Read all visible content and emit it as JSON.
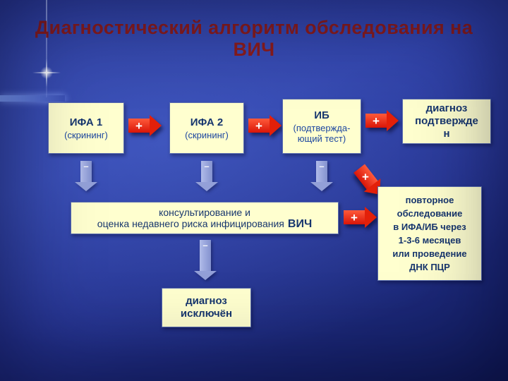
{
  "title": {
    "line1": "Диагностический алгоритм обследования на",
    "line2": "ВИЧ"
  },
  "labels": {
    "plus": "+",
    "minus": "–"
  },
  "boxes": {
    "ifa1": {
      "title": "ИФА 1",
      "subtitle": "(скрининг)"
    },
    "ifa2": {
      "title": "ИФА 2",
      "subtitle": "(скрининг)"
    },
    "ib": {
      "title": "ИБ",
      "subtitle1": "(подтвержда-",
      "subtitle2": "ющий тест)"
    },
    "confirmed": {
      "lines": [
        "диагноз",
        "подтвержде",
        "н"
      ]
    },
    "counseling": {
      "line1": "консультирование и",
      "line2": "оценка недавнего риска инфицирования",
      "line2_bold": "ВИЧ"
    },
    "repeat": {
      "lines": [
        "повторное",
        "обследование",
        "в ИФА/ИБ через",
        "1-3-6 месяцев",
        "или проведение",
        "ДНК ПЦР"
      ]
    },
    "excluded": {
      "lines": [
        "диагноз",
        "исключён"
      ]
    }
  }
}
